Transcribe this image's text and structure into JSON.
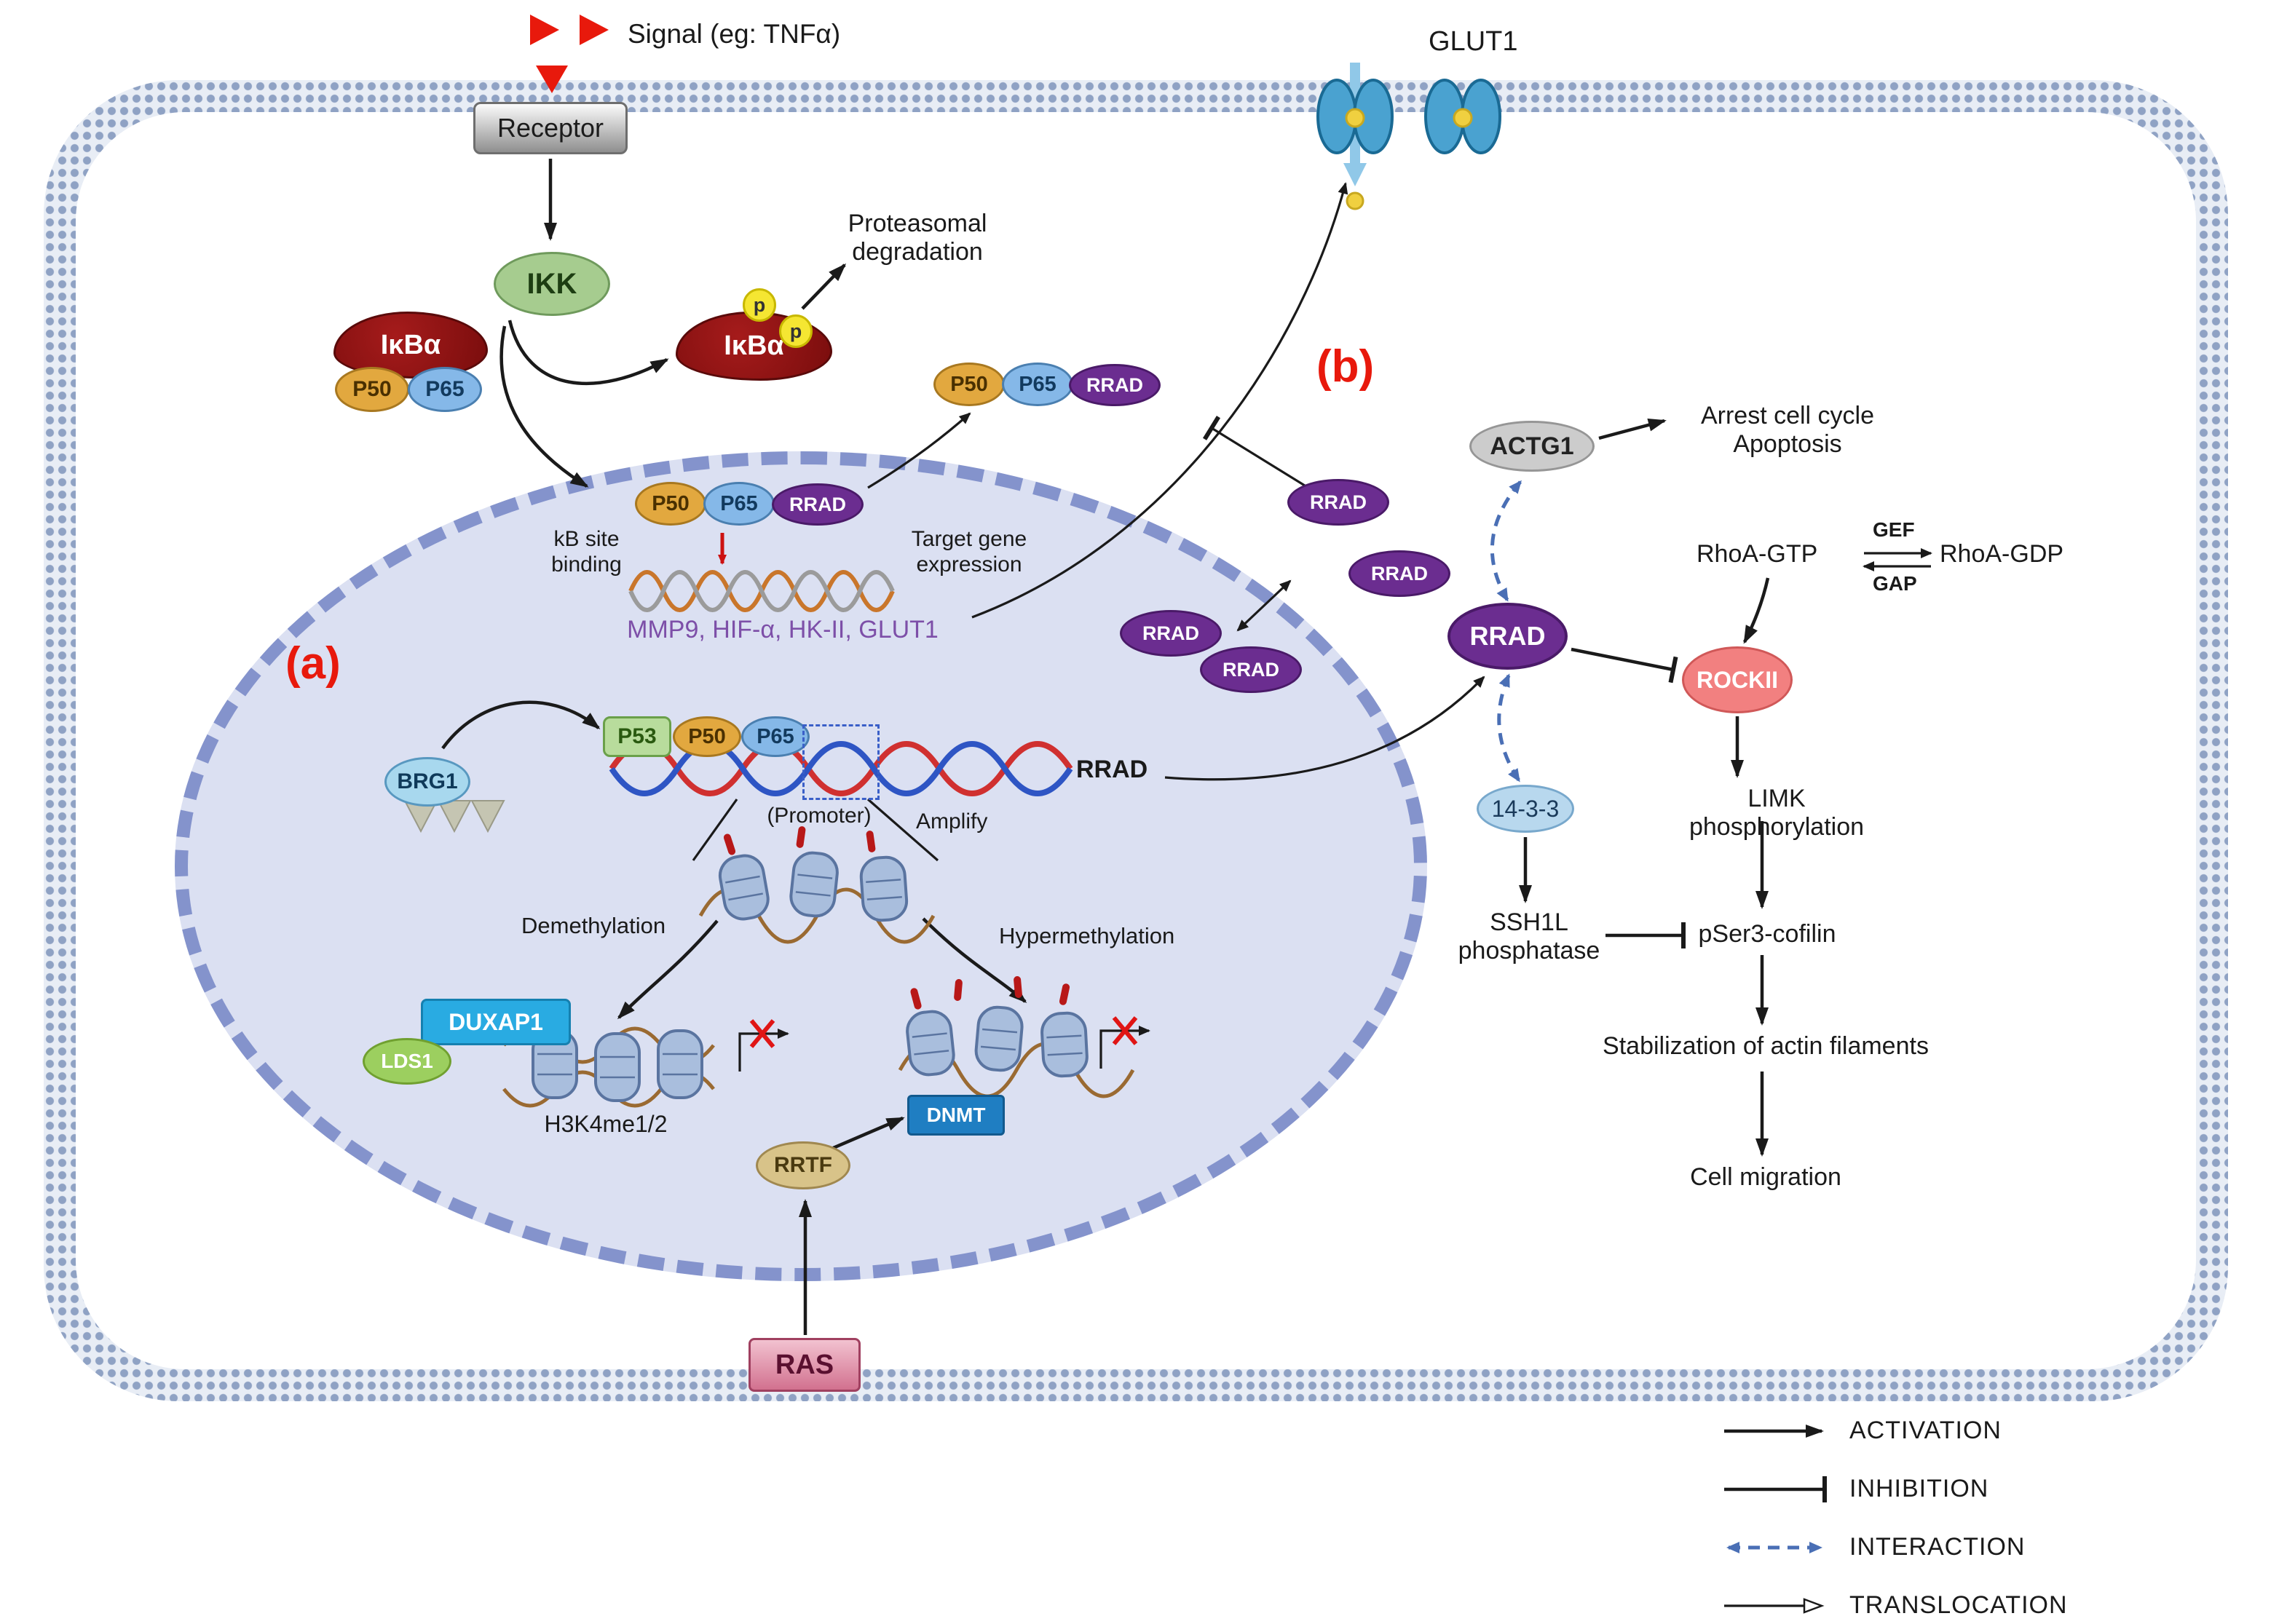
{
  "labels": {
    "signal": "Signal (eg: TNFα)",
    "receptor": "Receptor",
    "ikk": "IKK",
    "ikba": "IκBα",
    "p50": "P50",
    "p65": "P65",
    "p": "p",
    "proteasomal": "Proteasomal\ndegradation",
    "rrad": "RRAD",
    "kb_site": "kB site\nbinding",
    "target_gene": "Target gene\nexpression",
    "target_genes": "MMP9, HIF-α, HK-II, GLUT1",
    "panel_a": "(a)",
    "panel_b": "(b)",
    "brg1": "BRG1",
    "p53": "P53",
    "promoter": "(Promoter)",
    "amplify": "Amplify",
    "demethylation": "Demethylation",
    "hypermethylation": "Hypermethylation",
    "duxap1": "DUXAP1",
    "lds1": "LDS1",
    "h3k4me": "H3K4me1/2",
    "dnmt": "DNMT",
    "rrtf": "RRTF",
    "ras": "RAS",
    "glut1": "GLUT1",
    "actg1": "ACTG1",
    "arrest": "Arrest cell cycle\nApoptosis",
    "rhoa_gtp": "RhoA-GTP",
    "gef": "GEF",
    "gap": "GAP",
    "rhoa_gdp": "RhoA-GDP",
    "rockii": "ROCKII",
    "limk": "LIMK phosphorylation",
    "fourteen33": "14-3-3",
    "ssh1l": "SSH1L\nphosphatase",
    "pser3": "pSer3-cofilin",
    "stabilization": "Stabilization of actin filaments",
    "cell_migration": "Cell migration"
  },
  "legend": {
    "activation": "ACTIVATION",
    "inhibition": "INHIBITION",
    "interaction": "INTERACTION",
    "translocation": "TRANSLOCATION"
  },
  "colors": {
    "rrad_purple": "#6b2d90",
    "accent_red": "#e8190c",
    "nucleus_fill": "#dbe0f2",
    "nucleus_border": "#8493cc",
    "membrane_dot": "#8fa2c4",
    "interaction_blue": "#4a6fb5"
  }
}
